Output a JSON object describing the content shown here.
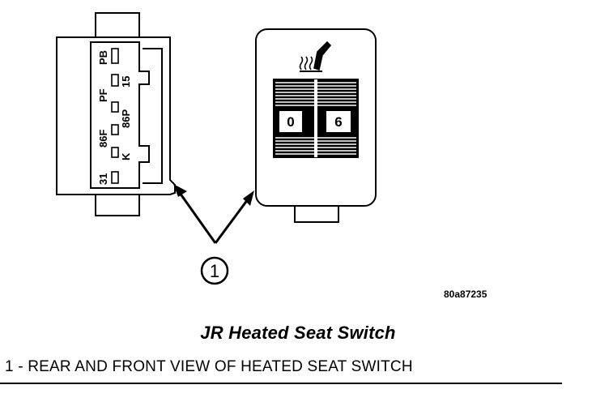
{
  "rear_view": {
    "pin_labels_outer": [
      "PB",
      "PF",
      "86F",
      "31"
    ],
    "pin_labels_inner": [
      "15",
      "86P",
      "K"
    ]
  },
  "front_view": {
    "symbol": "heated-seat-icon",
    "thumbwheel_left": "0",
    "thumbwheel_right": "6"
  },
  "callout": "1",
  "figure_ref": "80a87235",
  "title": "JR Heated Seat Switch",
  "caption": "1 - REAR AND FRONT VIEW OF HEATED SEAT SWITCH"
}
